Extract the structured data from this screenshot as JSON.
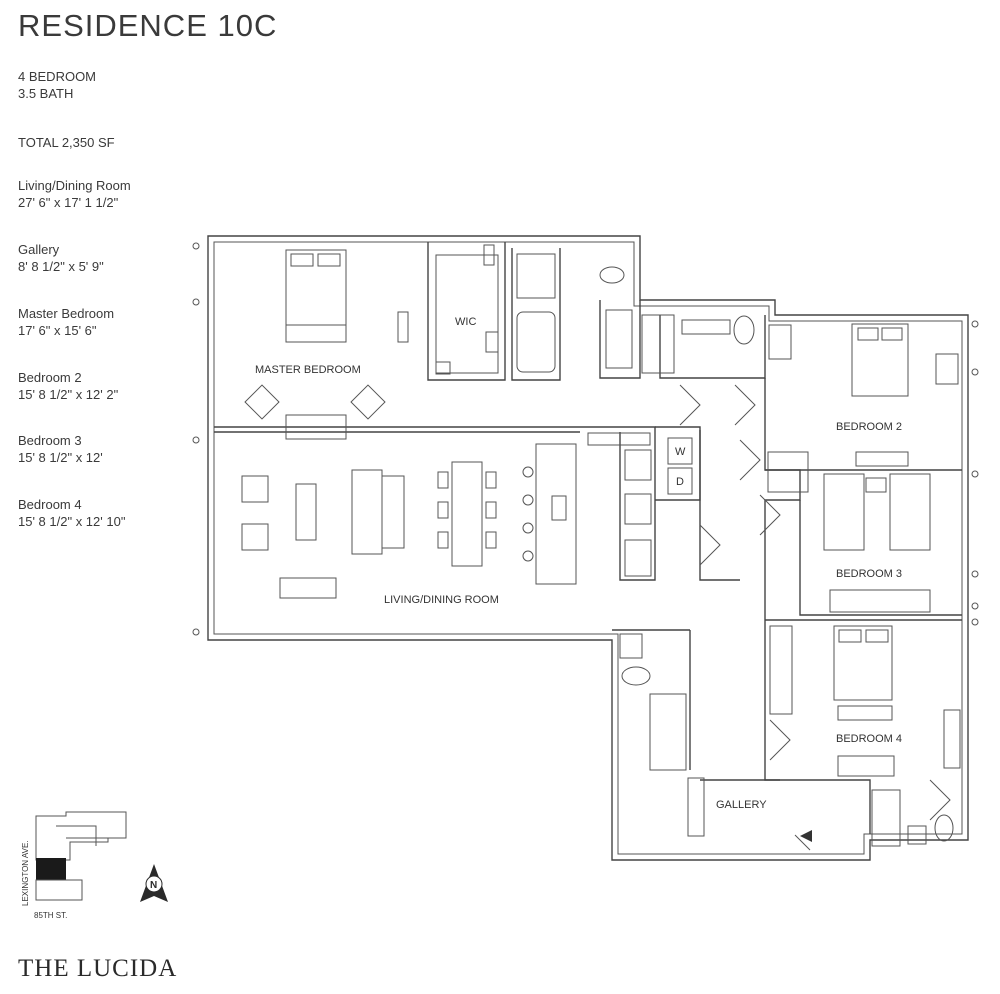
{
  "header": {
    "title": "RESIDENCE 10C",
    "bedrooms": "4 BEDROOM",
    "baths": "3.5 BATH",
    "total": "TOTAL 2,350 SF"
  },
  "rooms": [
    {
      "name": "Living/Dining Room",
      "dims": "27' 6\" x 17' 1 1/2\""
    },
    {
      "name": "Gallery",
      "dims": "8' 8 1/2\" x 5' 9\""
    },
    {
      "name": "Master Bedroom",
      "dims": "17' 6\" x 15' 6\""
    },
    {
      "name": "Bedroom 2",
      "dims": "15' 8 1/2\" x 12' 2\""
    },
    {
      "name": "Bedroom 3",
      "dims": "15' 8 1/2\" x 12'"
    },
    {
      "name": "Bedroom 4",
      "dims": "15' 8 1/2\" x 12' 10\""
    }
  ],
  "plan_labels": {
    "master": "MASTER BEDROOM",
    "wic": "WIC",
    "living": "LIVING/DINING ROOM",
    "bed2": "BEDROOM 2",
    "bed3": "BEDROOM 3",
    "bed4": "BEDROOM 4",
    "gallery": "GALLERY",
    "washer": "W",
    "dryer": "D"
  },
  "keyplan": {
    "street_vertical": "LEXINGTON AVE.",
    "street_horizontal": "85TH ST.",
    "north": "N"
  },
  "brand": "THE LUCIDA"
}
